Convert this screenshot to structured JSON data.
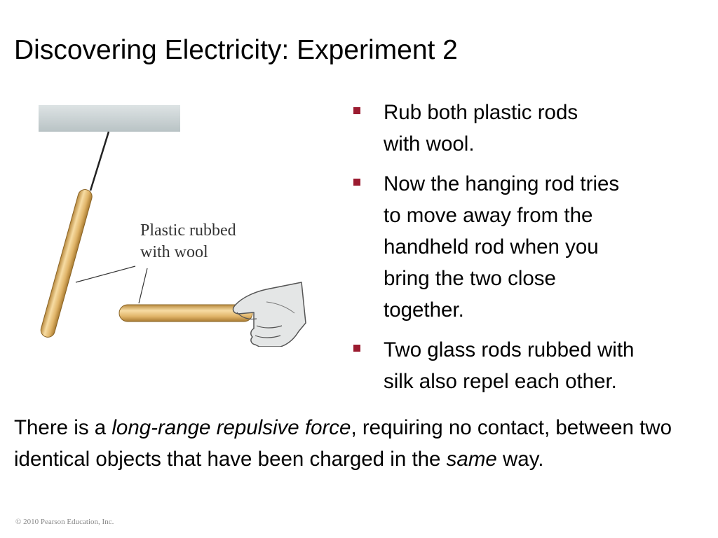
{
  "slide": {
    "title": "Discovering Electricity: Experiment 2",
    "figure": {
      "label_line1": "Plastic rubbed",
      "label_line2": "with wool"
    },
    "bullets": [
      {
        "line1": "Rub both plastic rods",
        "line2": "with wool."
      },
      {
        "line1": "Now the hanging rod tries",
        "line2": "to move away from the",
        "line3": "handheld rod when you",
        "line4": "bring the two close",
        "line5": "together."
      },
      {
        "line1": "Two glass rods rubbed with",
        "line2": "silk also repel each other."
      }
    ],
    "summary": {
      "part1": "There is a ",
      "emphasis1": "long-range repulsive force",
      "part2": ", requiring no contact, between two identical objects that have been charged in the ",
      "emphasis2": "same",
      "part3": " way."
    },
    "copyright": "© 2010 Pearson Education, Inc."
  },
  "colors": {
    "bullet_marker": "#9b1b30",
    "rod_fill": "#e8c480",
    "ceiling": "#c9d1d3"
  }
}
